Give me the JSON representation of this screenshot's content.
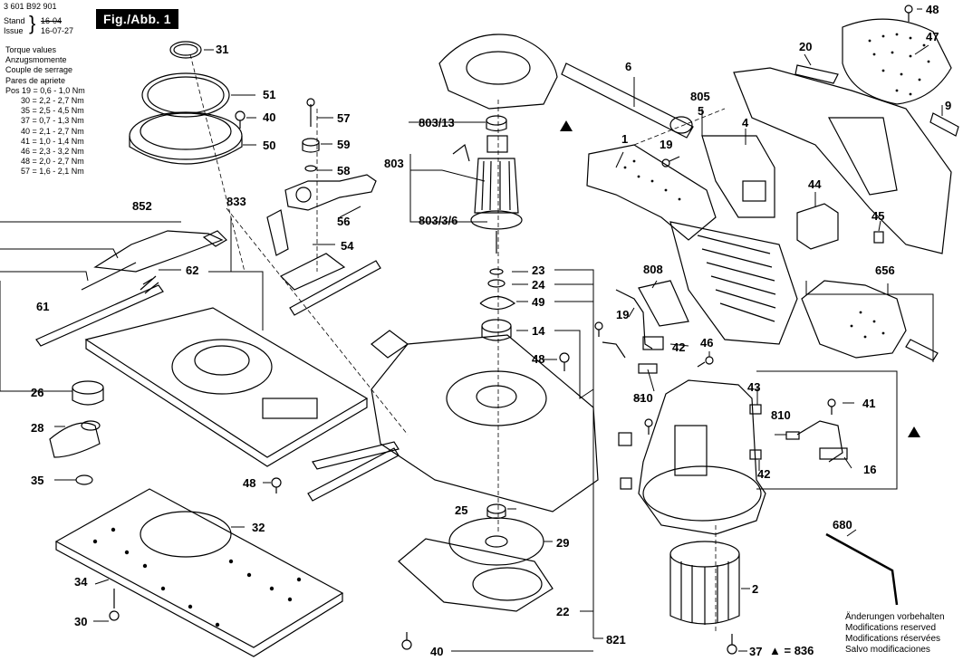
{
  "header": {
    "doc_number": "3 601 B92 901",
    "stand_label": "Stand",
    "stand_value": "16-04",
    "issue_label": "Issue",
    "issue_value": "16-07-27",
    "figure_label": "Fig./Abb. 1"
  },
  "torque": {
    "title_lines": [
      "Torque values",
      "Anzugsmomente",
      "Couple de serrage",
      "Pares de apriete"
    ],
    "rows": [
      "Pos 19 = 0,6 - 1,0 Nm",
      "30 = 2,2 - 2,7 Nm",
      "35 = 2,5 - 4,5 Nm",
      "37 = 0,7 - 1,3 Nm",
      "40 = 2,1 - 2,7 Nm",
      "41 = 1,0 - 1,4 Nm",
      "46 = 2,3 - 3,2 Nm",
      "48 = 2,0 - 2,7 Nm",
      "57 = 1,6 - 2,1 Nm"
    ]
  },
  "part_labels": [
    "31",
    "51",
    "40",
    "50",
    "57",
    "59",
    "58",
    "56",
    "54",
    "833",
    "852",
    "62",
    "61",
    "26",
    "28",
    "35",
    "48",
    "32",
    "34",
    "30",
    "803/13",
    "803",
    "803/3/6",
    "23",
    "24",
    "49",
    "14",
    "48",
    "25",
    "29",
    "22",
    "821",
    "40",
    "6",
    "805",
    "5",
    "4",
    "1",
    "19",
    "20",
    "47",
    "48",
    "9",
    "44",
    "45",
    "656",
    "808",
    "19",
    "42",
    "46",
    "810",
    "43",
    "41",
    "810",
    "42",
    "16",
    "680",
    "2",
    "37"
  ],
  "legend": {
    "symbol": "▲",
    "text": "= 836"
  },
  "footer": {
    "lines": [
      "Änderungen vorbehalten",
      "Modifications reserved",
      "Modifications réservées",
      "Salvo modificaciones"
    ]
  }
}
